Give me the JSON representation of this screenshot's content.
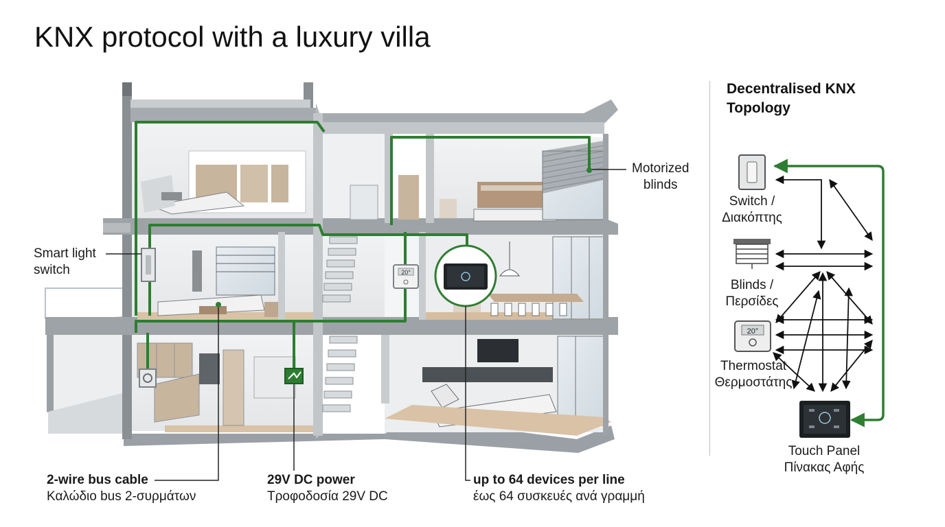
{
  "title": "KNX protocol with a luxury villa",
  "callouts": {
    "motorized_blinds": {
      "line1": "Motorized",
      "line2": "blinds"
    },
    "smart_switch": {
      "line1": "Smart light",
      "line2": "switch"
    },
    "bus_cable": {
      "en": "2-wire bus cable",
      "gr": "Καλώδιο bus 2-συρμάτων"
    },
    "power": {
      "en": "29V DC power",
      "gr": "Τροφοδοσία 29V DC"
    },
    "devices": {
      "en": "up to 64 devices per line",
      "gr": "έως 64 συσκευές ανά γραμμή"
    }
  },
  "topology": {
    "title_line1": "Decentralised KNX",
    "title_line2": "Topology",
    "nodes": [
      {
        "icon": "wall-switch-icon",
        "line1": "Switch /",
        "line2": "Διακόπτης"
      },
      {
        "icon": "blinds-icon",
        "line1": "Blinds /",
        "line2": "Περσίδες"
      },
      {
        "icon": "thermostat-icon",
        "line1": "Thermostat",
        "line2": "Θερμοστάτης",
        "display": "20°"
      },
      {
        "icon": "touch-panel-icon",
        "line1": "Touch Panel",
        "line2": "Πίνακας Αφής"
      }
    ]
  },
  "devices": {
    "thermostat_display": "20°"
  },
  "colors": {
    "bus": "#2e7d32",
    "wall": "#8a8f93",
    "floor": "#c9a987",
    "text": "#111111"
  }
}
